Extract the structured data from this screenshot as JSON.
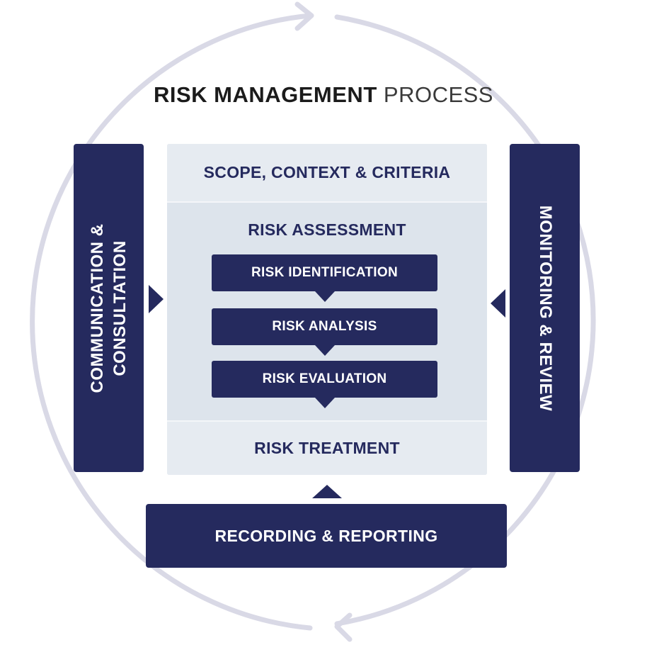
{
  "title": {
    "bold": "RISK MANAGEMENT",
    "light": "PROCESS"
  },
  "left_panel": {
    "line1": "COMMUNICATION &",
    "line2": "CONSULTATION"
  },
  "right_panel": {
    "label": "MONITORING & REVIEW"
  },
  "center": {
    "scope": "SCOPE, CONTEXT & CRITERIA",
    "assessment": "RISK ASSESSMENT",
    "steps": [
      "RISK IDENTIFICATION",
      "RISK ANALYSIS",
      "RISK EVALUATION"
    ],
    "treatment": "RISK TREATMENT"
  },
  "bottom_panel": {
    "label": "RECORDING & REPORTING"
  },
  "colors": {
    "navy": "#252a5e",
    "panel": "#dde4ec",
    "ring": "#d9d9e6"
  }
}
